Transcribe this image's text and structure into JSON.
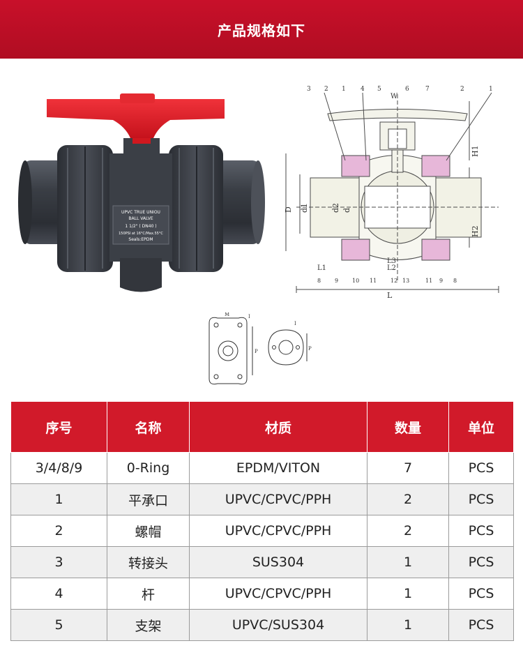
{
  "header": {
    "title": "产品规格如下"
  },
  "product_label": {
    "line1": "UPVC TRUE UNIOU",
    "line2": "BALL VALVE",
    "line3": "1 1/2\" ( DN40 )",
    "line4": "150PSI at 16°C/Max.55°C",
    "line5": "Seals:EPDM"
  },
  "drawing_labels": {
    "top_numbers": [
      "3",
      "2",
      "1",
      "4",
      "5",
      "6",
      "7",
      "2",
      "1"
    ],
    "width": "W",
    "h1": "H1",
    "h2": "H2",
    "d_outer": "D",
    "d1": "d1",
    "d2": "d2",
    "d": "d",
    "l1": "L1",
    "l2": "L2",
    "l3": "L3",
    "length": "L",
    "bottom_numbers": [
      "8",
      "9",
      "10",
      "11",
      "12",
      "13",
      "11",
      "9",
      "8"
    ]
  },
  "small_drawing_labels": {
    "m": "M",
    "i1": "I",
    "p1": "P",
    "i2": "I",
    "p2": "P"
  },
  "table": {
    "headers": [
      "序号",
      "名称",
      "材质",
      "数量",
      "单位"
    ],
    "rows": [
      [
        "3/4/8/9",
        "0-Ring",
        "EPDM/VITON",
        "7",
        "PCS"
      ],
      [
        "1",
        "平承口",
        "UPVC/CPVC/PPH",
        "2",
        "PCS"
      ],
      [
        "2",
        "螺帽",
        "UPVC/CPVC/PPH",
        "2",
        "PCS"
      ],
      [
        "3",
        "转接头",
        "SUS304",
        "1",
        "PCS"
      ],
      [
        "4",
        "杆",
        "UPVC/CPVC/PPH",
        "1",
        "PCS"
      ],
      [
        "5",
        "支架",
        "UPVC/SUS304",
        "1",
        "PCS"
      ]
    ]
  },
  "colors": {
    "banner": "#c8102a",
    "table_header": "#d11a2a",
    "valve_body": "#3b3f46",
    "handle": "#e0202a",
    "row_alt": "#efefef"
  }
}
